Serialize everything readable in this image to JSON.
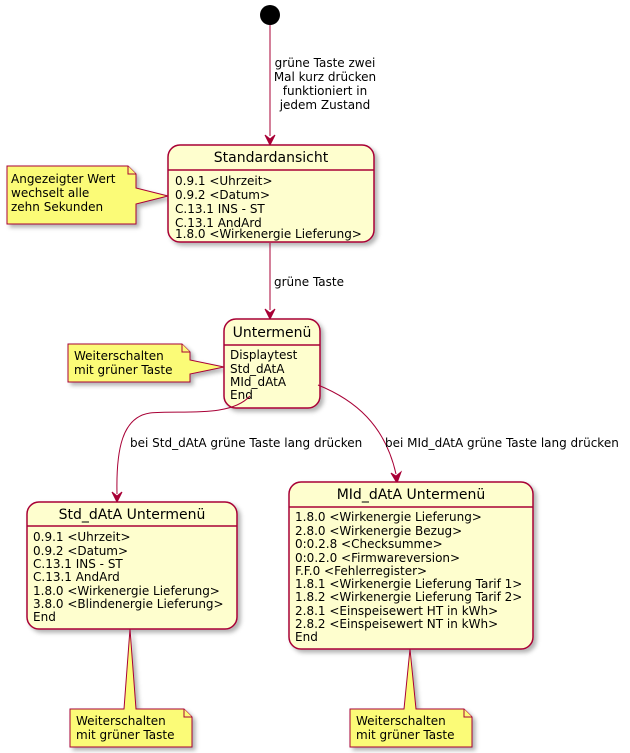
{
  "colors": {
    "state_fill": "#FEFECE",
    "border": "#A80036",
    "note_fill": "#FBFB77",
    "start": "#000000"
  },
  "transitions": {
    "start_to_standard": [
      "grüne Taste zwei",
      "Mal kurz drücken",
      "funktioniert in",
      "jedem Zustand"
    ],
    "standard_to_untermenu": "grüne Taste",
    "untermenu_to_std": "bei Std_dAtA grüne Taste lang drücken",
    "untermenu_to_mid": "bei MId_dAtA grüne Taste lang drücken"
  },
  "states": {
    "standard": {
      "title": "Standardansicht",
      "lines": [
        "0.9.1 <Uhrzeit>",
        "0.9.2 <Datum>",
        "C.13.1 INS - ST",
        "C.13.1 AndArd",
        "1.8.0 <Wirkenergie Lieferung>"
      ]
    },
    "untermenu": {
      "title": "Untermenü",
      "lines": [
        "Displaytest",
        "Std_dAtA",
        "MId_dAtA",
        "End"
      ]
    },
    "std": {
      "title": "Std_dAtA Untermenü",
      "lines": [
        "0.9.1 <Uhrzeit>",
        "0.9.2 <Datum>",
        "C.13.1 INS - ST",
        "C.13.1 AndArd",
        "1.8.0 <Wirkenergie Lieferung>",
        "3.8.0 <Blindenergie Lieferung>",
        "End"
      ]
    },
    "mid": {
      "title": "MId_dAtA Untermenü",
      "lines": [
        "1.8.0 <Wirkenergie Lieferung>",
        "2.8.0 <Wirkenergie Bezug>",
        "0:0.2.8 <Checksumme>",
        "0:0.2.0 <Firmwareversion>",
        "F.F.0 <Fehlerregister>",
        "1.8.1 <Wirkenergie Lieferung Tarif 1>",
        "1.8.2 <Wirkenergie Lieferung Tarif 2>",
        "2.8.1 <Einspeisewert HT in kWh>",
        "2.8.2 <Einspeisewert NT in kWh>",
        "End"
      ]
    }
  },
  "notes": {
    "standard": [
      "Angezeigter Wert",
      "wechselt alle",
      "zehn Sekunden"
    ],
    "untermenu": [
      "Weiterschalten",
      "mit grüner Taste"
    ],
    "std": [
      "Weiterschalten",
      "mit grüner Taste"
    ],
    "mid": [
      "Weiterschalten",
      "mit grüner Taste"
    ]
  }
}
